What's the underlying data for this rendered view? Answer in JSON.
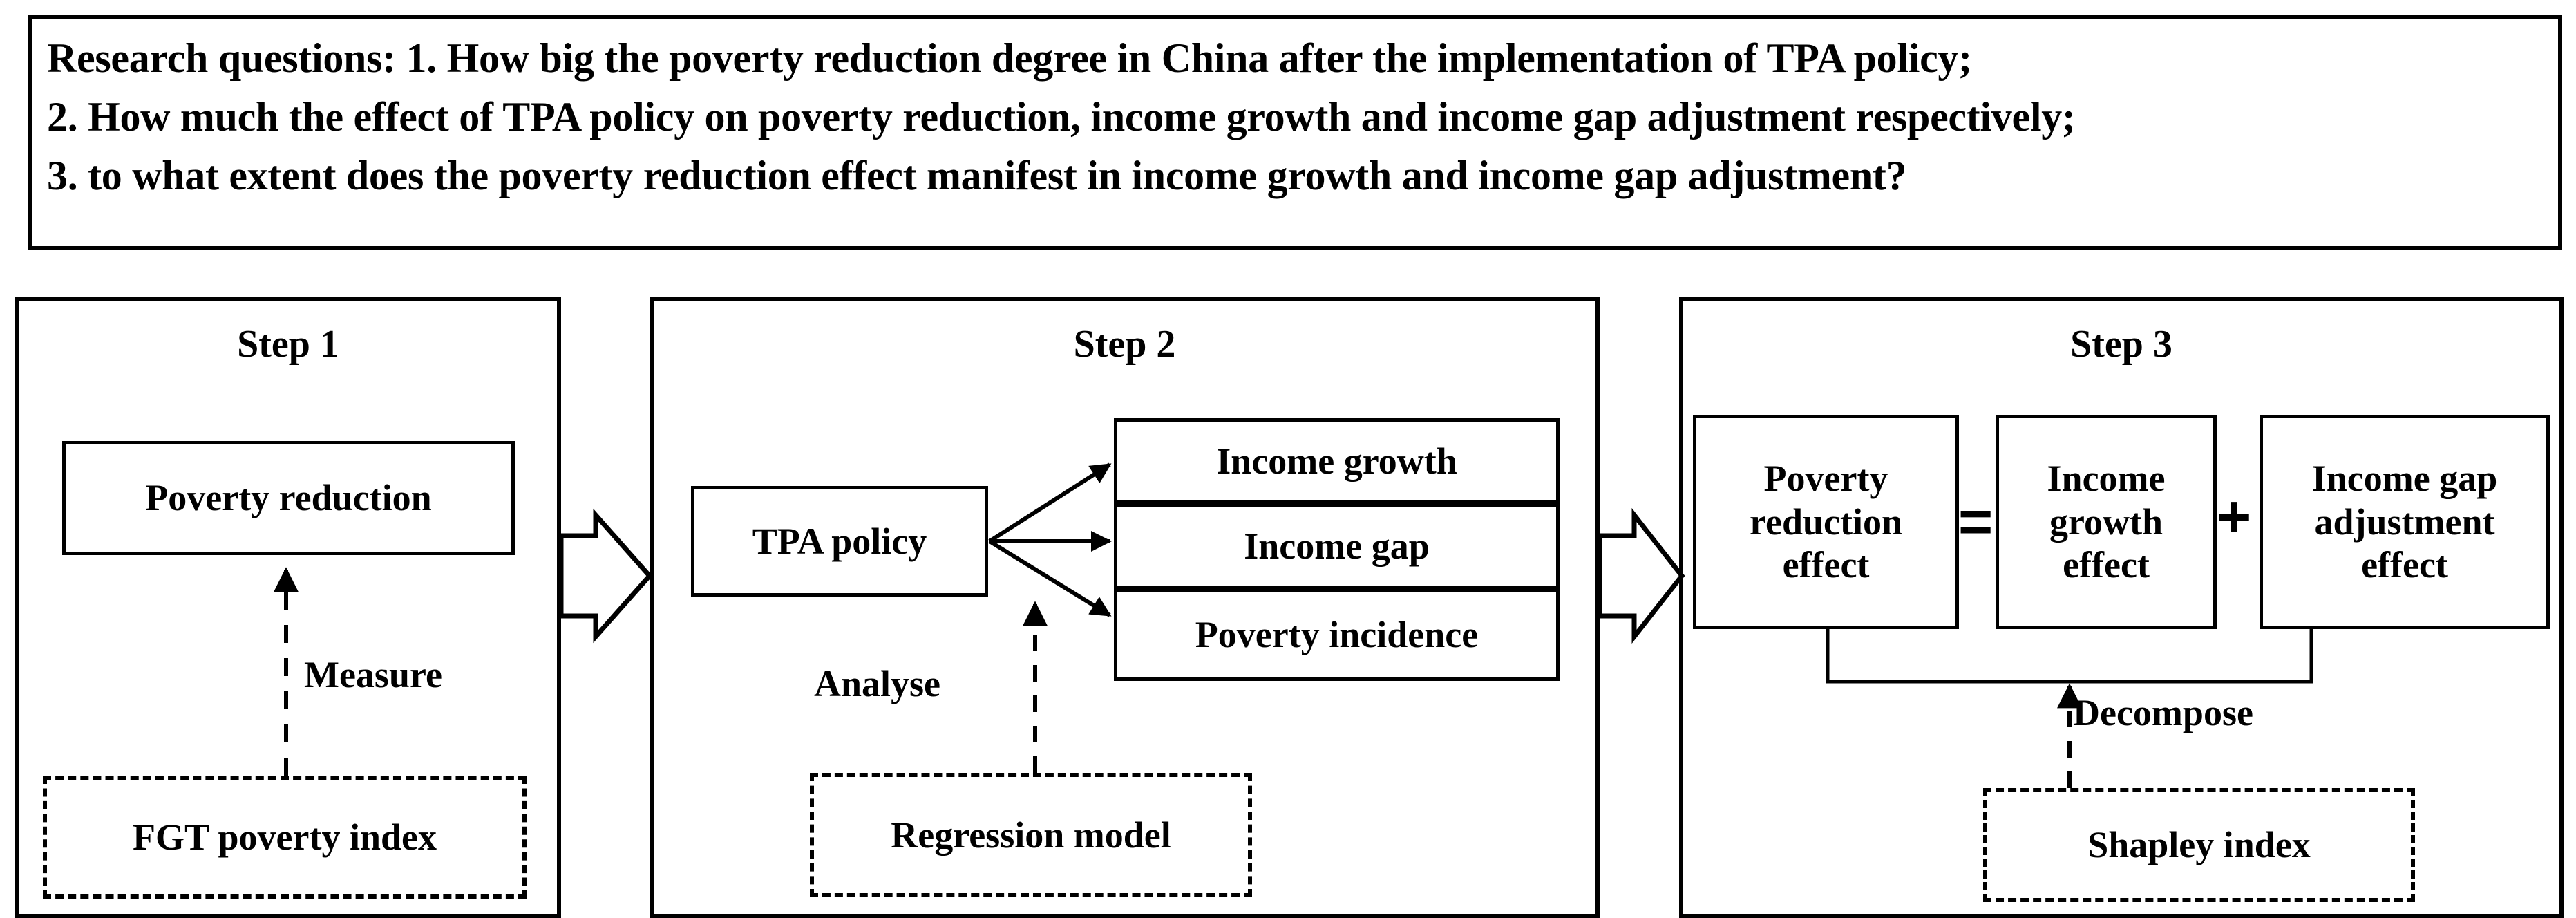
{
  "research_questions": {
    "lines": [
      "Research questions: 1. How big the poverty reduction degree in China after the implementation of TPA policy;",
      "2. How much the effect of TPA policy on poverty reduction, income growth and income gap adjustment respectively;",
      "3. to what extent does the poverty reduction effect manifest in income growth and income gap adjustment?"
    ]
  },
  "step1": {
    "title": "Step 1",
    "main_node": "Poverty reduction",
    "edge_label": "Measure",
    "method_node": "FGT poverty index"
  },
  "step2": {
    "title": "Step 2",
    "source_node": "TPA policy",
    "outcomes": [
      "Income growth",
      "Income gap",
      "Poverty incidence"
    ],
    "edge_label": "Analyse",
    "method_node": "Regression model"
  },
  "step3": {
    "title": "Step 3",
    "equation": {
      "left": "Poverty\nreduction\neffect",
      "equals_sign": "=",
      "middle": "Income\ngrowth\neffect",
      "plus_sign": "+",
      "right": "Income gap\nadjustment\neffect"
    },
    "edge_label": "Decompose",
    "method_node": "Shapley index"
  },
  "flow_arrows": [
    {
      "name": "step1-to-step2",
      "from": "Step 1",
      "to": "Step 2"
    },
    {
      "name": "step2-to-step3",
      "from": "Step 2",
      "to": "Step 3"
    }
  ],
  "colors": {
    "stroke": "#000000",
    "background": "#ffffff"
  }
}
